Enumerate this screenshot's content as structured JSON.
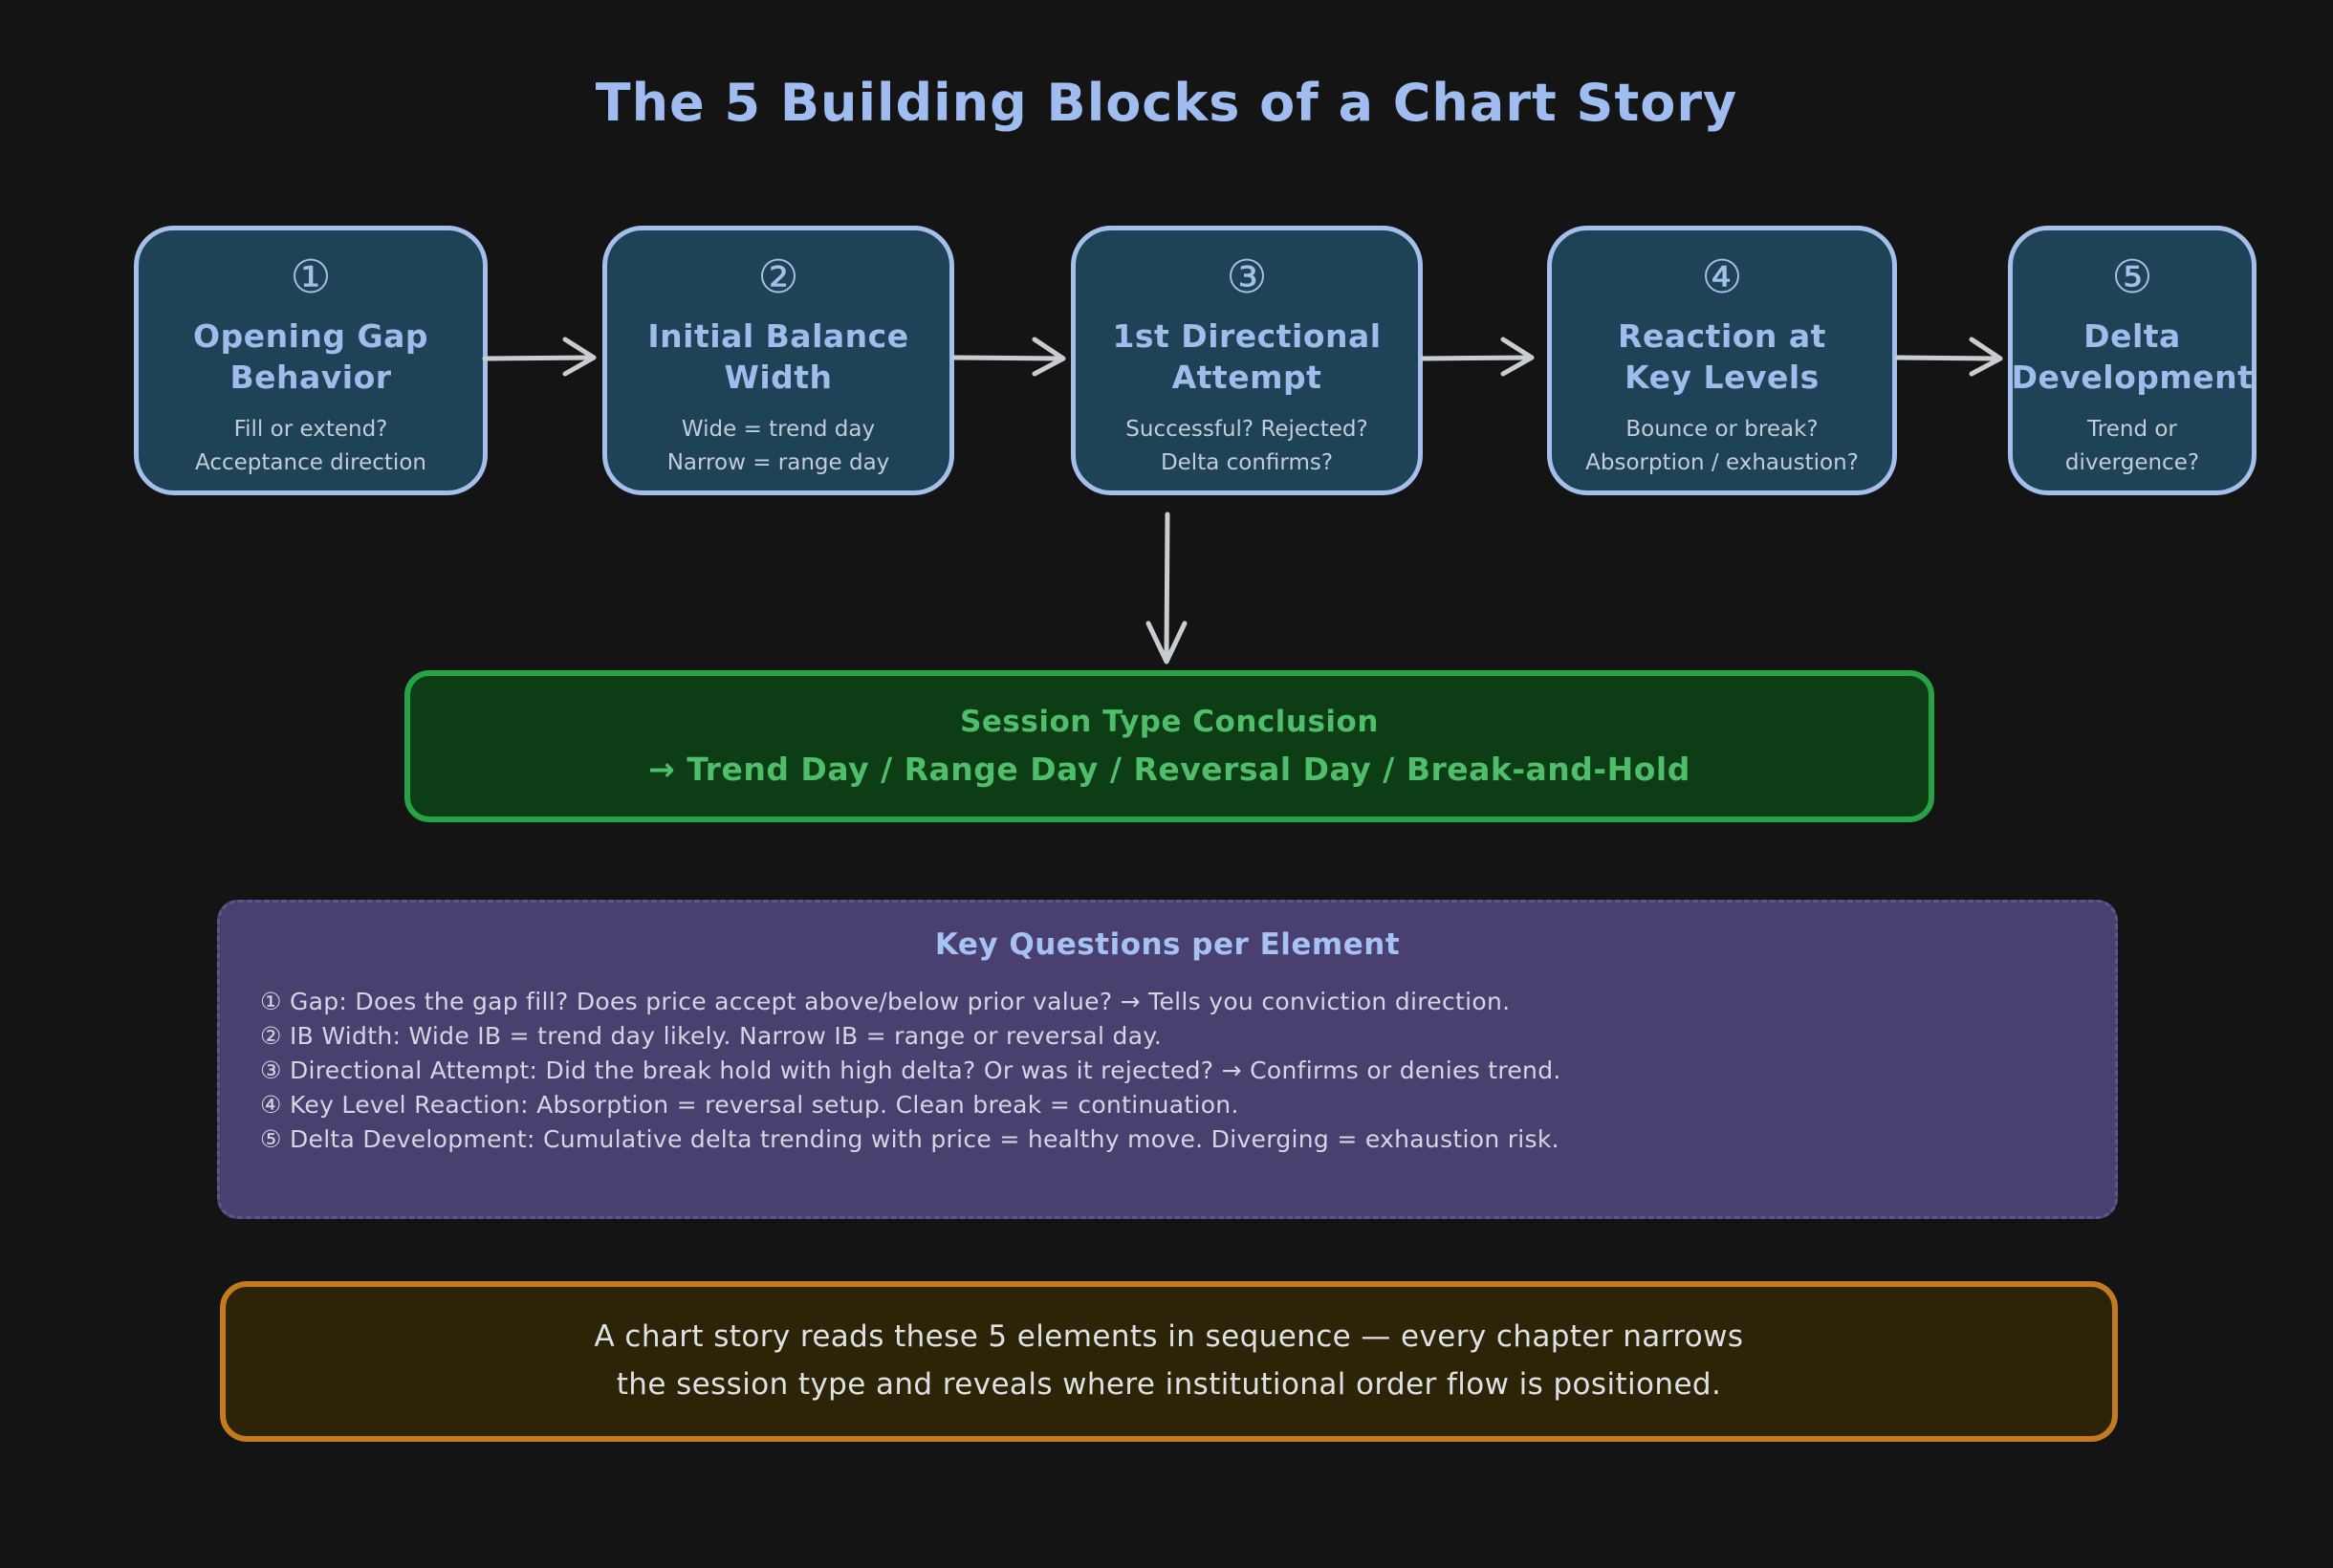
{
  "title": "The 5 Building Blocks of a Chart Story",
  "blocks": [
    {
      "number": "①",
      "title_line1": "Opening Gap",
      "title_line2": "Behavior",
      "sub_line1": "Fill or extend?",
      "sub_line2": "Acceptance direction"
    },
    {
      "number": "②",
      "title_line1": "Initial Balance",
      "title_line2": "Width",
      "sub_line1": "Wide = trend day",
      "sub_line2": "Narrow = range day"
    },
    {
      "number": "③",
      "title_line1": "1st Directional",
      "title_line2": "Attempt",
      "sub_line1": "Successful? Rejected?",
      "sub_line2": "Delta confirms?"
    },
    {
      "number": "④",
      "title_line1": "Reaction at",
      "title_line2": "Key Levels",
      "sub_line1": "Bounce or break?",
      "sub_line2": "Absorption / exhaustion?"
    },
    {
      "number": "⑤",
      "title_line1": "Delta",
      "title_line2": "Development",
      "sub_line1": "Trend or",
      "sub_line2": "divergence?"
    }
  ],
  "conclusion": {
    "title": "Session Type Conclusion",
    "line": "→ Trend Day / Range Day / Reversal Day / Break-and-Hold"
  },
  "key_questions": {
    "title": "Key Questions per Element",
    "items": [
      "① Gap: Does the gap fill? Does price accept above/below prior value? → Tells you conviction direction.",
      "② IB Width: Wide IB = trend day likely. Narrow IB = range or reversal day.",
      "③ Directional Attempt: Did the break hold with high delta? Or was it rejected? → Confirms or denies trend.",
      "④ Key Level Reaction: Absorption = reversal setup. Clean break = continuation.",
      "⑤ Delta Development: Cumulative delta trending with price = healthy move. Diverging = exhaustion risk."
    ]
  },
  "footer": {
    "line1": "A chart story reads these 5 elements in sequence — every chapter narrows",
    "line2": "the session type and reveals where institutional order flow is positioned."
  },
  "colors": {
    "background": "#141414",
    "title_text": "#a0bdf2",
    "block_fill": "#1e4356",
    "block_border": "#a4bfea",
    "block_title": "#9fbced",
    "block_subtitle": "#c3ccd7",
    "arrow": "#c9ccd1",
    "conclusion_fill": "#0c3d14",
    "conclusion_border": "#27a347",
    "conclusion_text": "#4fbd6a",
    "key_panel_fill": "#494070",
    "key_title": "#a6c2f4",
    "key_text": "#d6d5e1",
    "footer_fill": "#2d2306",
    "footer_border": "#c47a1e",
    "footer_text": "#dde2e4"
  }
}
